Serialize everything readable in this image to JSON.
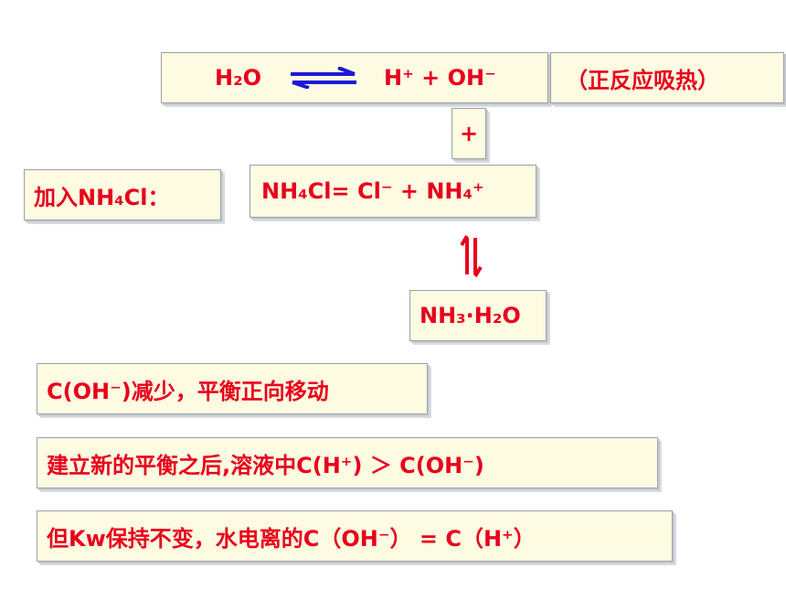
{
  "colors": {
    "box_bg": "#fdfbe2",
    "text_red": "#e8001c",
    "text_blue": "#1a1ad8"
  },
  "equilibrium": {
    "left": "H₂O",
    "arrow_icon": "reversible-arrow-icon",
    "right": "H⁺ + OH⁻",
    "note": "（正反应吸热）"
  },
  "plus": "+",
  "add_label": "加入NH₄Cl：",
  "dissociation": "NH₄Cl= Cl⁻ + NH₄⁺",
  "down_arrow_icon": "reversible-down-arrow-icon",
  "product": "NH₃·H₂O",
  "statements": [
    "C(OH⁻)减少，平衡正向移动",
    "建立新的平衡之后,溶液中C(H⁺) ＞ C(OH⁻)",
    "但Kw保持不变，水电离的C（OH⁻） = C（H⁺）"
  ]
}
